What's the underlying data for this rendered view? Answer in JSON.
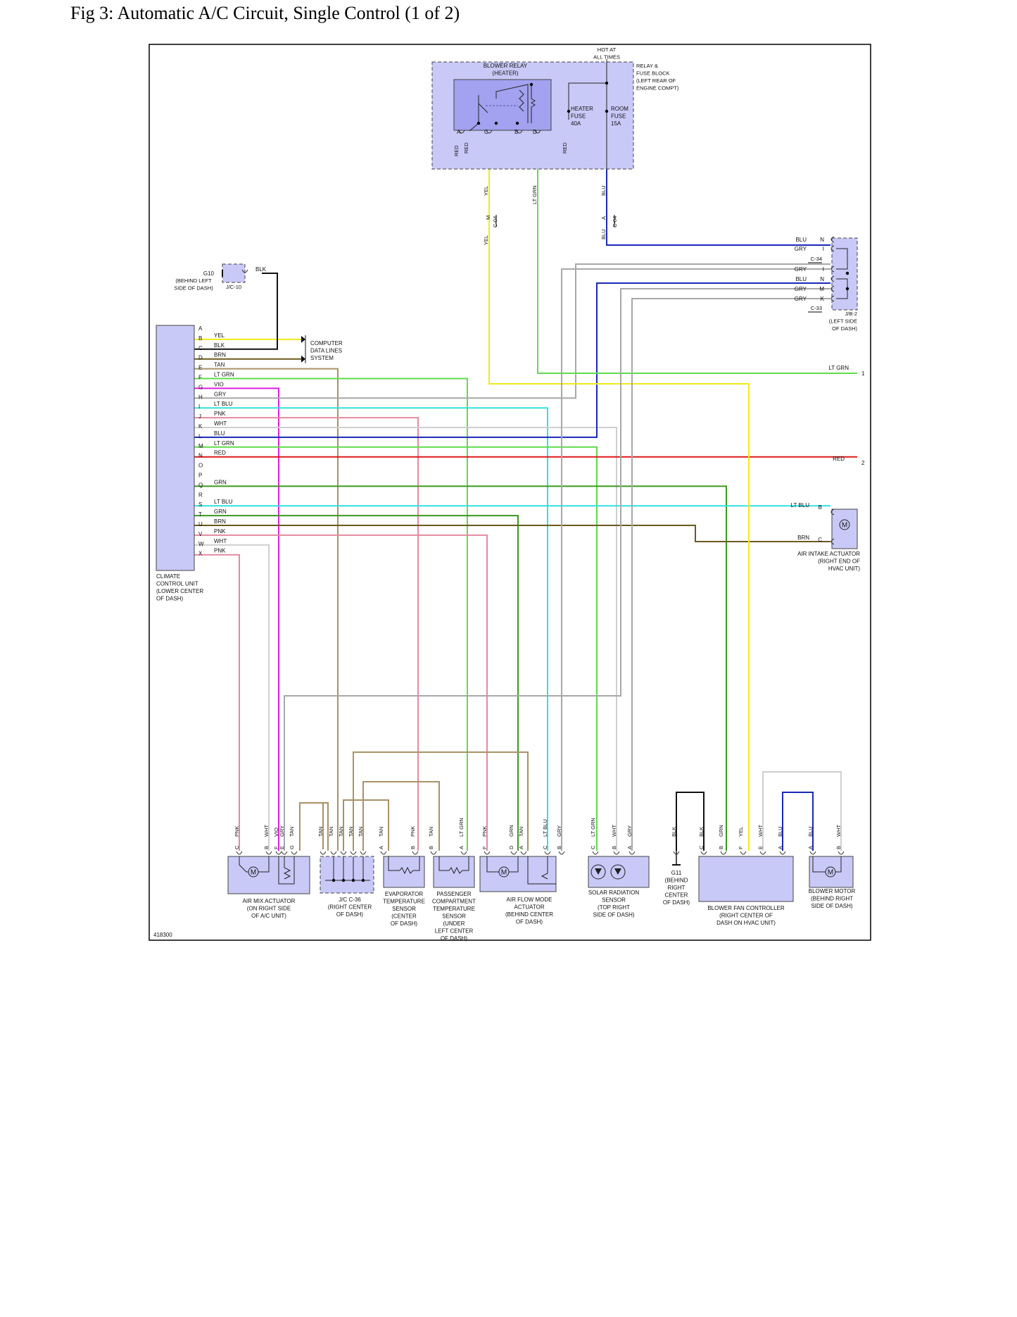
{
  "title": "Fig 3: Automatic A/C Circuit, Single Control (1 of 2)",
  "figure_id": "418300",
  "colors": {
    "YEL": "#f2ea1a",
    "BLK": "#111111",
    "BRN": "#6b5a1e",
    "TAN": "#a99267",
    "LT GRN": "#5fdc4c",
    "VIO": "#e020e0",
    "GRY": "#a8a8a8",
    "LT BLU": "#32e0e0",
    "PNK": "#e48aa0",
    "WHT": "#cfcfcf",
    "BLU": "#1a28b8",
    "RED": "#e01818",
    "GRN": "#3a9a1e",
    "component": "#c9c9f8",
    "relay": "#a2a2f0"
  },
  "relay_block": {
    "blower_relay": [
      "BLOWER RELAY",
      "(HEATER)"
    ],
    "hot": [
      "HOT AT",
      "ALL TIMES"
    ],
    "block_label": [
      "RELAY &",
      "FUSE BLOCK",
      "(LEFT REAR OF",
      "ENGINE COMPT)"
    ],
    "heater_fuse": [
      "HEATER",
      "FUSE",
      "40A"
    ],
    "room_fuse": [
      "ROOM",
      "FUSE",
      "15A"
    ],
    "pins": [
      "A",
      "C",
      "B",
      "D"
    ],
    "wire_labels": [
      "RED",
      "RED",
      "RED"
    ]
  },
  "vertical_labels": {
    "yel": "YEL",
    "ltgrn": "LT GRN",
    "blu": "BLU",
    "c04": "C-04",
    "m": "M",
    "a": "A"
  },
  "ground_g10": {
    "name": "G10",
    "desc": [
      "(BEHIND LEFT",
      "SIDE OF DASH)"
    ],
    "jc": "J/C-10",
    "wire": "BLK"
  },
  "computer": [
    "COMPUTER",
    "DATA LINES",
    "SYSTEM"
  ],
  "jb2": {
    "labels": [
      "J/B-2",
      "(LEFT SIDE",
      "OF DASH)"
    ],
    "c34": "C-34",
    "c33": "C-33",
    "pins": [
      {
        "color": "BLU",
        "pin": "N"
      },
      {
        "color": "GRY",
        "pin": "I"
      },
      {
        "color": "GRY",
        "pin": "I"
      },
      {
        "color": "BLU",
        "pin": "N"
      },
      {
        "color": "GRY",
        "pin": "M"
      },
      {
        "color": "GRY",
        "pin": "K"
      }
    ]
  },
  "ccu": {
    "labels": [
      "CLIMATE",
      "CONTROL UNIT",
      "(LOWER CENTER",
      "OF DASH)"
    ],
    "pins": [
      {
        "pin": "A",
        "color": ""
      },
      {
        "pin": "B",
        "color": "YEL"
      },
      {
        "pin": "C",
        "color": "BLK"
      },
      {
        "pin": "D",
        "color": "BRN"
      },
      {
        "pin": "E",
        "color": "TAN"
      },
      {
        "pin": "F",
        "color": "LT GRN"
      },
      {
        "pin": "G",
        "color": "VIO"
      },
      {
        "pin": "H",
        "color": "GRY"
      },
      {
        "pin": "I",
        "color": "LT BLU"
      },
      {
        "pin": "J",
        "color": "PNK"
      },
      {
        "pin": "K",
        "color": "WHT"
      },
      {
        "pin": "L",
        "color": "BLU"
      },
      {
        "pin": "M",
        "color": "LT GRN"
      },
      {
        "pin": "N",
        "color": "RED"
      },
      {
        "pin": "O",
        "color": ""
      },
      {
        "pin": "P",
        "color": ""
      },
      {
        "pin": "Q",
        "color": "GRN"
      },
      {
        "pin": "R",
        "color": ""
      },
      {
        "pin": "S",
        "color": "LT BLU"
      },
      {
        "pin": "T",
        "color": "GRN"
      },
      {
        "pin": "U",
        "color": "BRN"
      },
      {
        "pin": "V",
        "color": "PNK"
      },
      {
        "pin": "W",
        "color": "WHT"
      },
      {
        "pin": "X",
        "color": "PNK"
      }
    ]
  },
  "right_refs": {
    "ltgrn": "LT GRN",
    "ltgrn_num": "1",
    "red": "RED",
    "red_num": "2",
    "intake_ltblu": "LT BLU",
    "intake_b": "B",
    "intake_brn": "BRN",
    "intake_c": "C",
    "intake_label": [
      "AIR INTAKE ACTUATOR",
      "(RIGHT END OF",
      "HVAC UNIT)"
    ]
  },
  "bottom_pins": [
    {
      "color": "PNK",
      "pin": "C"
    },
    {
      "color": "WHT",
      "pin": "B"
    },
    {
      "color": "VIO",
      "pin": "F"
    },
    {
      "color": "GRY",
      "pin": "E"
    },
    {
      "color": "TAN",
      "pin": "G"
    },
    {
      "color": "TAN",
      "pin": ""
    },
    {
      "color": "TAN",
      "pin": ""
    },
    {
      "color": "TAN",
      "pin": ""
    },
    {
      "color": "TAN",
      "pin": ""
    },
    {
      "color": "TAN",
      "pin": ""
    },
    {
      "color": "TAN",
      "pin": "A"
    },
    {
      "color": "PNK",
      "pin": "B"
    },
    {
      "color": "TAN",
      "pin": "B"
    },
    {
      "color": "LT GRN",
      "pin": "A"
    },
    {
      "color": "PNK",
      "pin": "F"
    },
    {
      "color": "GRN",
      "pin": "D"
    },
    {
      "color": "TAN",
      "pin": "A"
    },
    {
      "color": "LT BLU",
      "pin": "C"
    },
    {
      "color": "GRY",
      "pin": "B"
    },
    {
      "color": "LT GRN",
      "pin": "C"
    },
    {
      "color": "WHT",
      "pin": "B"
    },
    {
      "color": "GRY",
      "pin": "A"
    },
    {
      "color": "BLK",
      "pin": ""
    },
    {
      "color": "BLK",
      "pin": "C"
    },
    {
      "color": "GRN",
      "pin": "B"
    },
    {
      "color": "YEL",
      "pin": "F"
    },
    {
      "color": "WHT",
      "pin": "E"
    },
    {
      "color": "BLU",
      "pin": "A"
    },
    {
      "color": "BLU",
      "pin": "A"
    },
    {
      "color": "WHT",
      "pin": "B"
    }
  ],
  "components": {
    "air_mix": [
      "AIR MIX ACTUATOR",
      "(ON RIGHT SIDE",
      "OF A/C UNIT)"
    ],
    "jc36": [
      "J/C C-36",
      "(RIGHT CENTER",
      "OF DASH)"
    ],
    "evap": [
      "EVAPORATOR",
      "TEMPERATURE",
      "SENSOR",
      "(CENTER",
      "OF DASH)"
    ],
    "passenger": [
      "PASSENGER",
      "COMPARTMENT",
      "TEMPERATURE",
      "SENSOR",
      "(UNDER",
      "LEFT CENTER",
      "OF DASH)"
    ],
    "airflow": [
      "AIR FLOW MODE",
      "ACTUATOR",
      "(BEHIND CENTER",
      "OF DASH)"
    ],
    "solar": [
      "SOLAR RADIATION",
      "SENSOR",
      "(TOP RIGHT",
      "SIDE OF DASH)"
    ],
    "g11": [
      "G11",
      "(BEHIND",
      "RIGHT",
      "CENTER",
      "OF DASH)"
    ],
    "blower_ctrl": [
      "BLOWER FAN CONTROLLER",
      "(RIGHT CENTER OF",
      "DASH ON HVAC UNIT)"
    ],
    "blower_motor": [
      "BLOWER MOTOR",
      "(BEHIND RIGHT",
      "SIDE OF DASH)"
    ]
  }
}
